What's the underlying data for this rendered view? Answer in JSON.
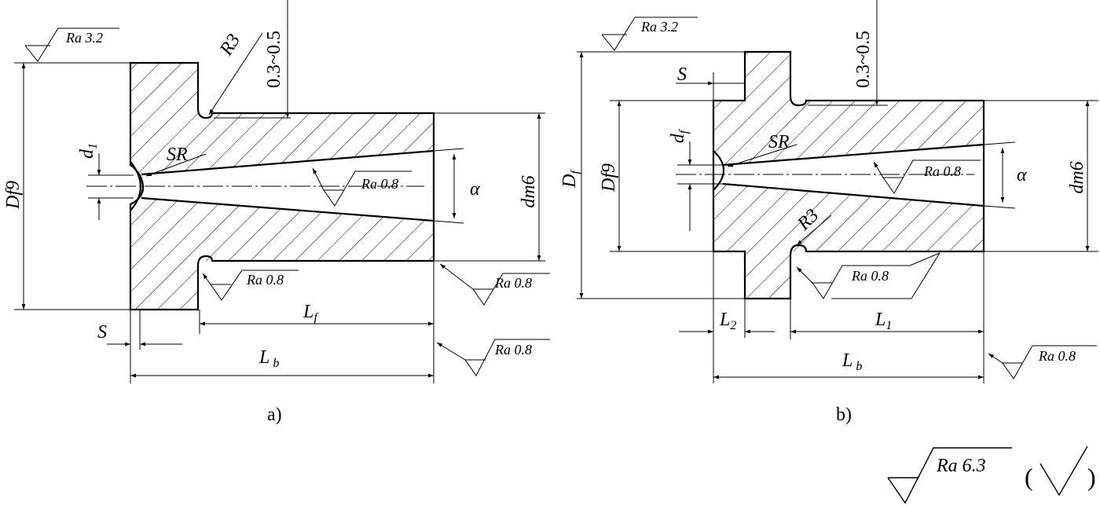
{
  "figure_a": {
    "caption": "a)",
    "roughness_top": "Ra 3.2",
    "roughness_bore": "Ra 0.8",
    "roughness_undercut": "Ra 0.8",
    "roughness_right_1": "Ra 0.8",
    "roughness_right_2": "Ra 0.8",
    "dia_flange": "Df9",
    "dia_body": "dm6",
    "dia_orifice": "d",
    "dia_orifice_sub": "1",
    "radius_fillet": "R3",
    "spherical": "SR",
    "groove_depth": "0.3~0.5",
    "angle": "α",
    "len_step": "S",
    "len_body": "L",
    "len_body_sub": "f",
    "len_total": "L",
    "len_total_sub": "b"
  },
  "figure_b": {
    "caption": "b)",
    "roughness_top": "Ra 3.2",
    "roughness_bore": "Ra 0.8",
    "roughness_undercut": "Ra 0.8",
    "roughness_right": "Ra 0.8",
    "dia_flange": "D",
    "dia_flange_sub": "f",
    "dia_inner": "Df9",
    "dia_body": "dm6",
    "dia_orifice": "d",
    "dia_orifice_sub": "f",
    "radius_fillet": "R3",
    "spherical": "SR",
    "groove_depth": "0.3~0.5",
    "angle": "α",
    "len_step": "S",
    "len_flange": "L",
    "len_flange_sub": "2",
    "len_body": "L",
    "len_body_sub": "1",
    "len_total": "L",
    "len_total_sub": "b"
  },
  "general_roughness": {
    "value": "Ra 6.3",
    "paren_open": "(",
    "paren_close": ")"
  }
}
